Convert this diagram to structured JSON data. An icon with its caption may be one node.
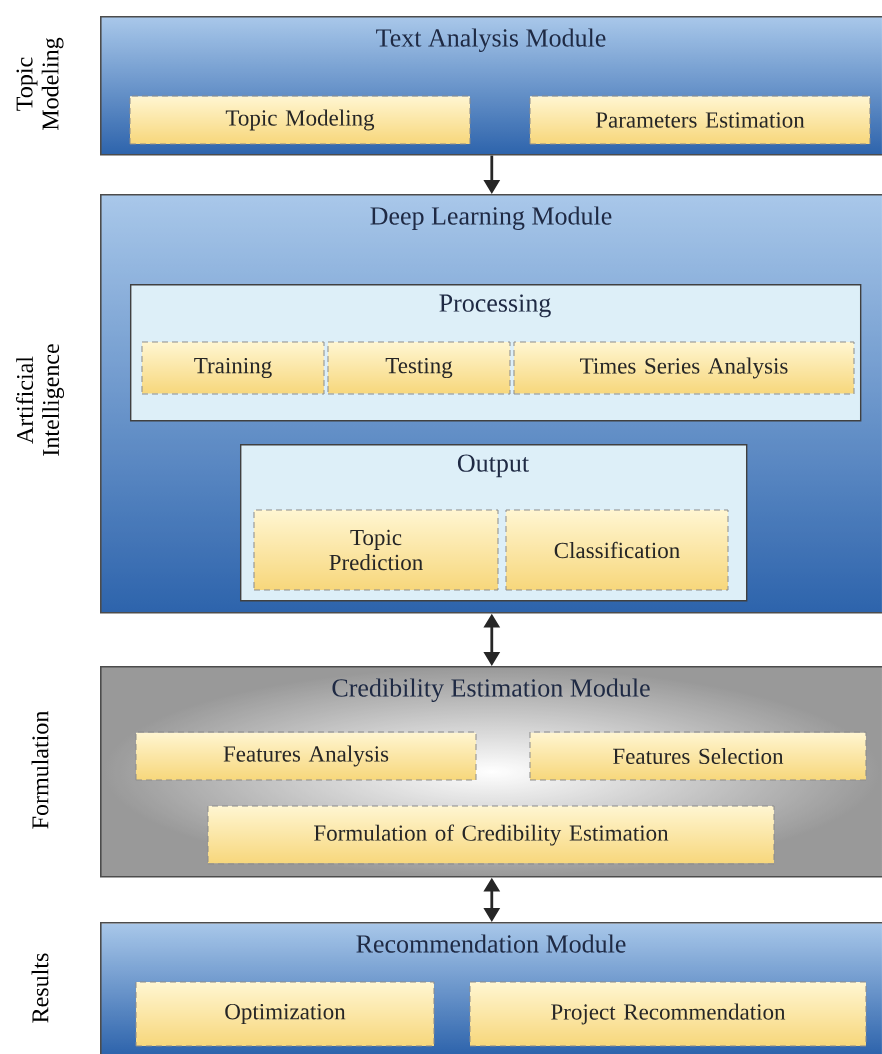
{
  "diagram": {
    "nodes": [
      {
        "text": [
          "Text Analysis Module"
        ]
      },
      {
        "text": [
          "Topic Modeling"
        ],
        "in": 0
      },
      {
        "text": [
          "Parameters Estimation"
        ],
        "in": 0
      },
      {
        "text": [
          "Deep Learning Module"
        ]
      },
      {
        "text": [
          "Processing"
        ],
        "in": 3
      },
      {
        "text": [
          "Training"
        ],
        "in": 4
      },
      {
        "text": [
          "Testing"
        ],
        "in": 4
      },
      {
        "text": [
          "Times Series Analysis"
        ],
        "in": 4
      },
      {
        "text": [
          "Output"
        ],
        "in": 3
      },
      {
        "text": [
          "Topic Prediction"
        ],
        "in": 8
      },
      {
        "text": [
          "Classification"
        ],
        "in": 8
      },
      {
        "text": [
          "Credibility Estimation Module"
        ]
      },
      {
        "text": [
          "Features Analysis"
        ],
        "in": 11
      },
      {
        "text": [
          "Features Selection"
        ],
        "in": 11
      },
      {
        "text": [
          "Formulation of Credibility Estimation"
        ],
        "in": 11
      },
      {
        "text": [
          "Recommendation Module"
        ]
      },
      {
        "text": [
          "Optimization"
        ],
        "in": 15
      },
      {
        "text": [
          "Project Recommendation"
        ],
        "in": 15
      }
    ],
    "edges": [
      {
        "from": 0,
        "to": 3,
        "arrow": "to"
      },
      {
        "from": 3,
        "to": 11,
        "arrow": "both"
      },
      {
        "from": 11,
        "to": 15,
        "arrow": "both"
      }
    ],
    "labels": [
      "Topic Modeling",
      "Artificial Intelligence",
      "Formulation",
      "Results"
    ]
  }
}
